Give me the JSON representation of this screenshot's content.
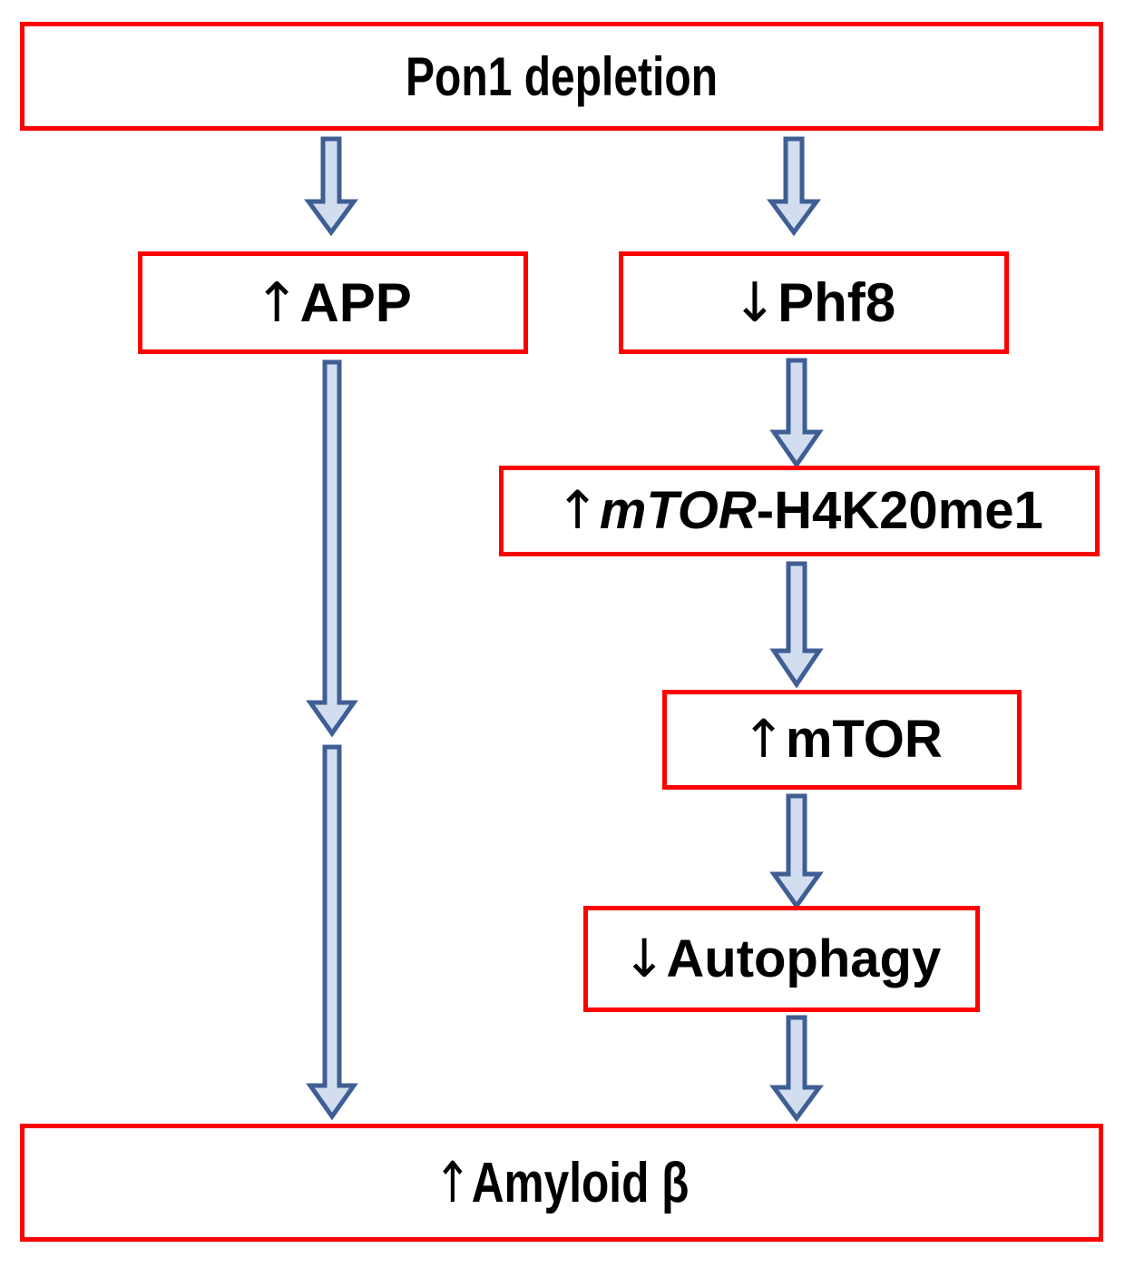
{
  "figure": {
    "type": "flowchart",
    "title": "Pon1 depletion pathway to Amyloid beta",
    "colors": {
      "node_border": "#FF0000",
      "node_fill": "#FFFFFF",
      "arrow_fill": "#D2DEEF",
      "arrow_stroke": "#3F5E94",
      "text": "#000000"
    }
  },
  "nodes": {
    "pon1": {
      "id": "pon1-depletion",
      "text": "Pon1 depletion"
    },
    "app": {
      "id": "app",
      "arrow": "↑",
      "text": "APP"
    },
    "phf8": {
      "id": "phf8",
      "arrow": "↓",
      "text": "Phf8"
    },
    "mtor_h4k20me1": {
      "id": "mtor-h4k20me1",
      "arrow": "↑",
      "italic_part": "mTOR",
      "rest_part": "-H4K20me1"
    },
    "mtor": {
      "id": "mtor",
      "arrow": "↑",
      "text": "mTOR"
    },
    "autophagy": {
      "id": "autophagy",
      "arrow": "↓",
      "text": "Autophagy"
    },
    "amyloid": {
      "id": "amyloid-beta",
      "arrow": "↑",
      "text": "Amyloid β"
    }
  },
  "edges": [
    {
      "id": "pon1-to-app",
      "from": "pon1",
      "to": "app",
      "marker": "down-block-arrow"
    },
    {
      "id": "pon1-to-phf8",
      "from": "pon1",
      "to": "phf8",
      "marker": "down-block-arrow"
    },
    {
      "id": "app-to-midpoint",
      "from": "app",
      "to": "midpoint",
      "marker": "down-block-arrow"
    },
    {
      "id": "midpoint-to-amyloid",
      "from": "midpoint",
      "to": "amyloid",
      "marker": "down-block-arrow"
    },
    {
      "id": "phf8-to-mtor-h4k20me1",
      "from": "phf8",
      "to": "mtor_h4k20me1",
      "marker": "down-block-arrow"
    },
    {
      "id": "mtor-h4k20me1-to-mtor",
      "from": "mtor_h4k20me1",
      "to": "mtor",
      "marker": "down-block-arrow"
    },
    {
      "id": "mtor-to-autophagy",
      "from": "mtor",
      "to": "autophagy",
      "marker": "down-block-arrow"
    },
    {
      "id": "autophagy-to-amyloid",
      "from": "autophagy",
      "to": "amyloid",
      "marker": "down-block-arrow"
    }
  ]
}
